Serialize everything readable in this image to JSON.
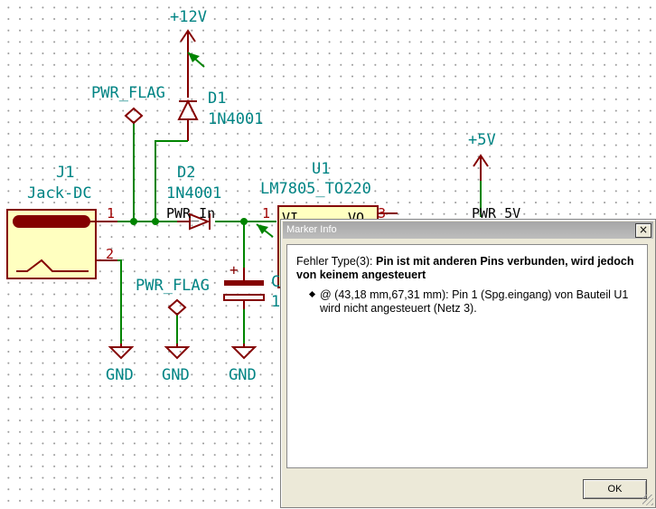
{
  "schematic": {
    "power_12v": "+12V",
    "power_5v": "+5V",
    "d1_ref": "D1",
    "d1_value": "1N4001",
    "d2_ref": "D2",
    "d2_value": "1N4001",
    "j1_ref": "J1",
    "j1_value": "Jack-DC",
    "u1_ref": "U1",
    "u1_value": "LM7805_TO220",
    "pwr_flag_1": "PWR_FLAG",
    "pwr_flag_2": "PWR_FLAG",
    "net_pwr_in": "PWR_In",
    "net_pwr_5v": "PWR_5V",
    "gnd_1": "GND",
    "gnd_2": "GND",
    "gnd_3": "GND",
    "j1_pin1": "1",
    "j1_pin2": "2",
    "u1_pin1": "1",
    "u1_pin3": "3",
    "cap_ref": "C",
    "cap_value": "1",
    "u1_pin_vi": "VI",
    "u1_pin_vo": "VO"
  },
  "dialog": {
    "title": "Marker Info",
    "close_label": "×",
    "error_prefix": "Fehler Type(3):",
    "error_message": "Pin ist mit anderen Pins verbunden, wird jedoch von keinem angesteuert",
    "marker_detail": "@ (43,18 mm,67,31 mm): Pin 1 (Spg.eingang) von Bauteil U1 wird nicht angesteuert (Netz 3).",
    "ok_label": "OK"
  },
  "colors": {
    "label": "#008484",
    "wire": "#008400",
    "component": "#840000",
    "pin_number": "#a00000",
    "dialog_bg": "#ece9d8"
  }
}
